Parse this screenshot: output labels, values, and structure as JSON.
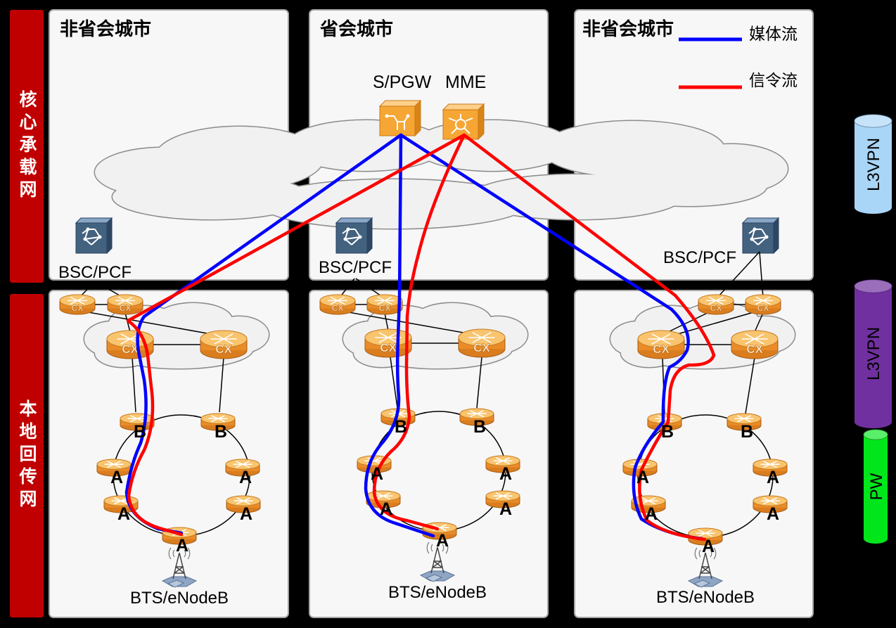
{
  "left_labels": {
    "core": "核心承载网",
    "backhaul": "本地回传网"
  },
  "regions": [
    {
      "title": "非省会城市",
      "bsc_label": "BSC/PCF",
      "bts_label": "BTS/eNodeB"
    },
    {
      "title": "省会城市",
      "bsc_label": "BSC/PCF",
      "bts_label": "BTS/eNodeB"
    },
    {
      "title": "非省会城市",
      "bsc_label": "BSC/PCF",
      "bts_label": "BTS/eNodeB"
    }
  ],
  "core": {
    "spgw_label": "S/PGW",
    "mme_label": "MME"
  },
  "legend": {
    "media": {
      "label": "媒体流",
      "color": "#0000ff"
    },
    "signaling": {
      "label": "信令流",
      "color": "#ff0000"
    }
  },
  "layers": [
    {
      "label": "L3VPN",
      "color": "#a9d5f7"
    },
    {
      "label": "L3VPN",
      "color": "#7030a0"
    },
    {
      "label": "PW",
      "color": "#00e61b"
    }
  ],
  "node_labels": {
    "cx": "CX",
    "b": "B",
    "a": "A"
  },
  "colors": {
    "side_bar": "#c00000",
    "router": "#f0a030",
    "bsc_icon": "#43627f",
    "gateway_icon": "#f5a634"
  }
}
